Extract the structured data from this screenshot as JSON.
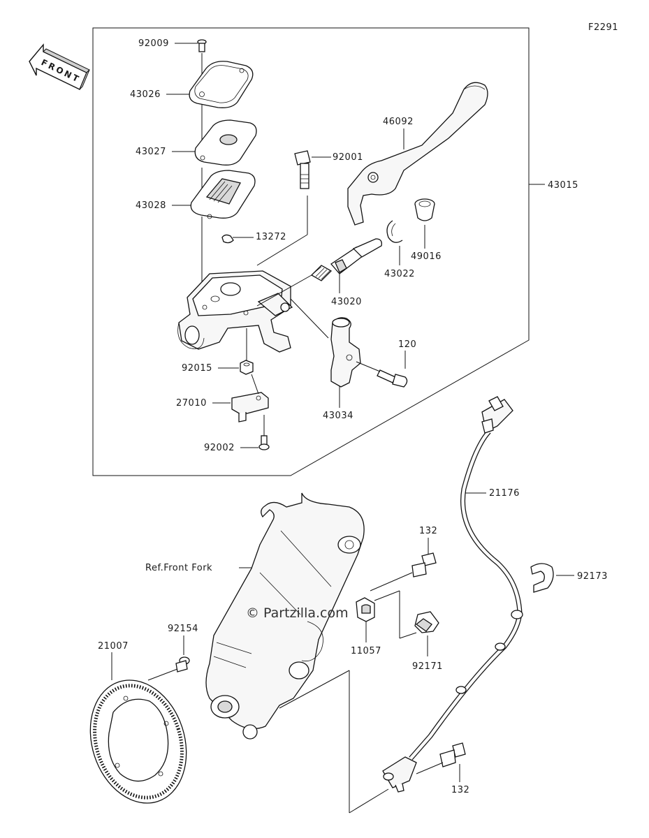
{
  "figure_code": "F2291",
  "front_arrow": {
    "label": "FRONT"
  },
  "watermark": "© Partzilla.com",
  "reference_label": "Ref.Front Fork",
  "parts": {
    "p92009": "92009",
    "p43026": "43026",
    "p43027": "43027",
    "p43028": "43028",
    "p13272": "13272",
    "p92015": "92015",
    "p27010": "27010",
    "p92002": "92002",
    "p92001": "92001",
    "p46092": "46092",
    "p43015": "43015",
    "p49016": "49016",
    "p43022": "43022",
    "p43020": "43020",
    "p120": "120",
    "p43034": "43034",
    "p21176": "21176",
    "p132a": "132",
    "p92173": "92173",
    "p92154": "92154",
    "p21007": "21007",
    "p11057": "11057",
    "p92171": "92171",
    "p132b": "132"
  }
}
